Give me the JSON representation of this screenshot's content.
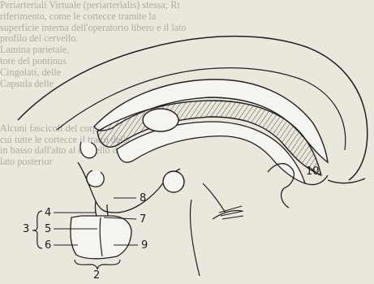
{
  "background_text": [
    "Periarteriali Virtuale (periarterialis) stessa; Rt",
    "riferimento, come le cortecce tramite la",
    "superficie interna dell'operatorio libero e il lato",
    "profilo del cervello.",
    "Lamina parietale,",
    "tore del pontinus",
    "Cingolati, delle",
    "Capsula delle",
    "",
    "",
    "",
    "Alcuni fascicoli del corpo",
    "cui tutte le cortecce il tratto della",
    "in basso dall'alto al cervello dal",
    "lato posterior",
    "",
    "",
    "",
    "",
    "",
    "",
    "",
    "",
    ""
  ],
  "labels": {
    "l10": "10",
    "l8": "8",
    "l4": "4",
    "l7": "7",
    "l3": "3",
    "l5": "5",
    "l6": "6",
    "l9": "9",
    "l2": "2"
  },
  "colors": {
    "paper": "#ece7dd",
    "ink": "#1f1f1f",
    "fill": "#f6f4ef",
    "hatch": "#5a5650"
  }
}
